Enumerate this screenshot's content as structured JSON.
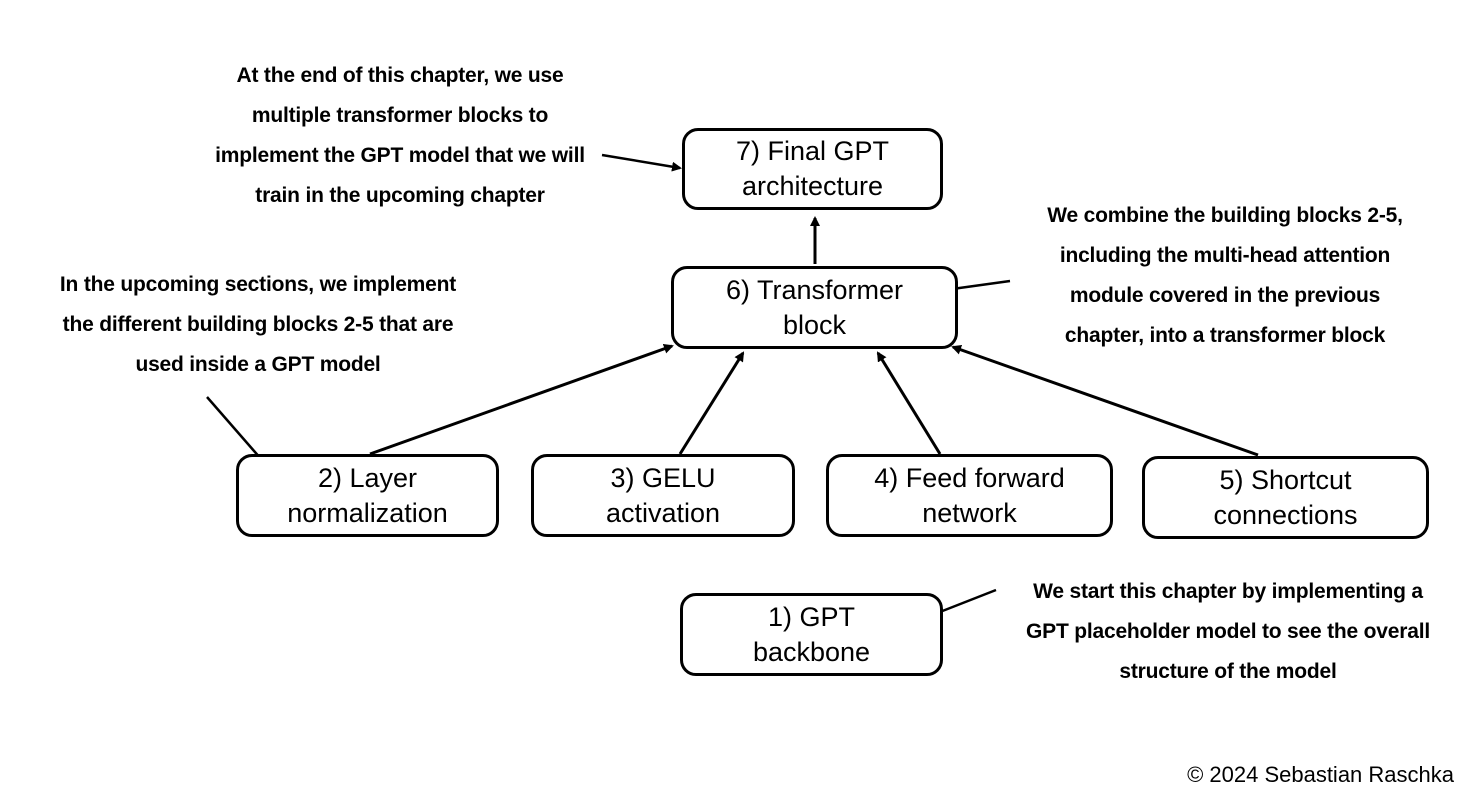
{
  "boxes": {
    "gpt_backbone": [
      "1) GPT",
      "backbone"
    ],
    "layer_norm": [
      "2) Layer",
      "normalization"
    ],
    "gelu": [
      "3) GELU",
      "activation"
    ],
    "feed_forward": [
      "4) Feed forward",
      "network"
    ],
    "shortcut": [
      "5) Shortcut",
      "connections"
    ],
    "transformer_block": [
      "6) Transformer",
      "block"
    ],
    "final_gpt": [
      "7) Final GPT",
      "architecture"
    ]
  },
  "notes": {
    "final_chapter": [
      "At the end of this chapter, we use",
      "multiple transformer blocks to",
      "implement the GPT model that we will",
      "train in the upcoming chapter"
    ],
    "upcoming_sections": [
      "In the upcoming sections, we implement",
      "the different building blocks 2-5 that are",
      "used inside a GPT model"
    ],
    "combine_blocks": [
      "We combine the building blocks 2-5,",
      "including the multi-head attention",
      "module covered in the previous",
      "chapter, into a transformer block"
    ],
    "start_chapter": [
      "We start this chapter by implementing a",
      "GPT placeholder model to see the overall",
      "structure of the model"
    ]
  },
  "copyright": "© 2024 Sebastian Raschka"
}
